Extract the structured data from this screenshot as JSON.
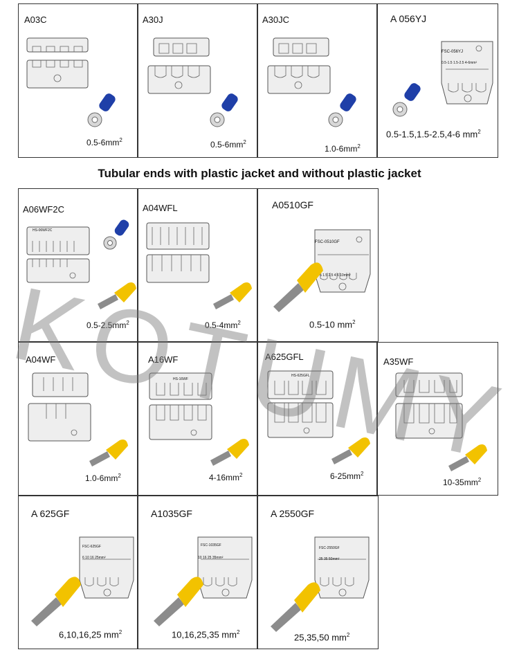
{
  "section1": {
    "cells": [
      {
        "code": "A03C",
        "spec": "0.5-6mm",
        "sup": "2"
      },
      {
        "code": "A30J",
        "spec": "0.5-6mm",
        "sup": "2"
      },
      {
        "code": "A30JC",
        "spec": "1.0-6mm",
        "sup": "2"
      },
      {
        "code": "A 056YJ",
        "spec": "0.5-1.5,1.5-2.5,4-6 mm",
        "sup": "2",
        "die_label": "FSC-056YJ",
        "die_sizes": "0.5-1.5   1.5-2.5   4-6mm²"
      }
    ]
  },
  "heading": "Tubular ends with plastic jacket and without plastic jacket",
  "section2": {
    "cells": [
      {
        "code": "A06WF2C",
        "spec": "0.5-2.5mm",
        "sup": "2",
        "die_label": "HS-06WF2C"
      },
      {
        "code": "A04WFL",
        "spec": "0.5-4mm",
        "sup": "2"
      },
      {
        "code": "A0510GF",
        "spec": "0.5-10 mm",
        "sup": "2",
        "die_label": "FSC-0510GF",
        "die_sizes": "0.75 1.5 2.5  4   6  10mm²"
      },
      {
        "code": "A04WF",
        "spec": "1.0-6mm",
        "sup": "2"
      },
      {
        "code": "A16WF",
        "spec": "4-16mm",
        "sup": "2",
        "die_label": "HS-16WF"
      },
      {
        "code": "A625GFL",
        "spec": "6-25mm",
        "sup": "2",
        "die_label": "HS-625GFL"
      },
      {
        "code": "A35WF",
        "spec": "10-35mm",
        "sup": "2"
      },
      {
        "code": "A 625GF",
        "spec": "6,10,16,25 mm",
        "sup": "2",
        "die_label": "FSC-625GF",
        "die_sizes": "6   10   16   25mm²"
      },
      {
        "code": "A1035GF",
        "spec": "10,16,25,35 mm",
        "sup": "2",
        "die_label": "FSC-1035GF",
        "die_sizes": "10  16  25  35mm²"
      },
      {
        "code": "A 2550GF",
        "spec": "25,35,50 mm",
        "sup": "2",
        "die_label": "FSC-2550GF",
        "die_sizes": "25   35   50mm²"
      }
    ]
  },
  "watermark": "KOTUMY",
  "colors": {
    "terminal_blue": "#1f3fa8",
    "ferrule_yellow": "#f2c200",
    "ferrule_metal": "#8c8c8c",
    "border": "#333333"
  },
  "icons": [
    "crimp-die-icon",
    "ring-terminal-icon",
    "ferrule-icon"
  ]
}
